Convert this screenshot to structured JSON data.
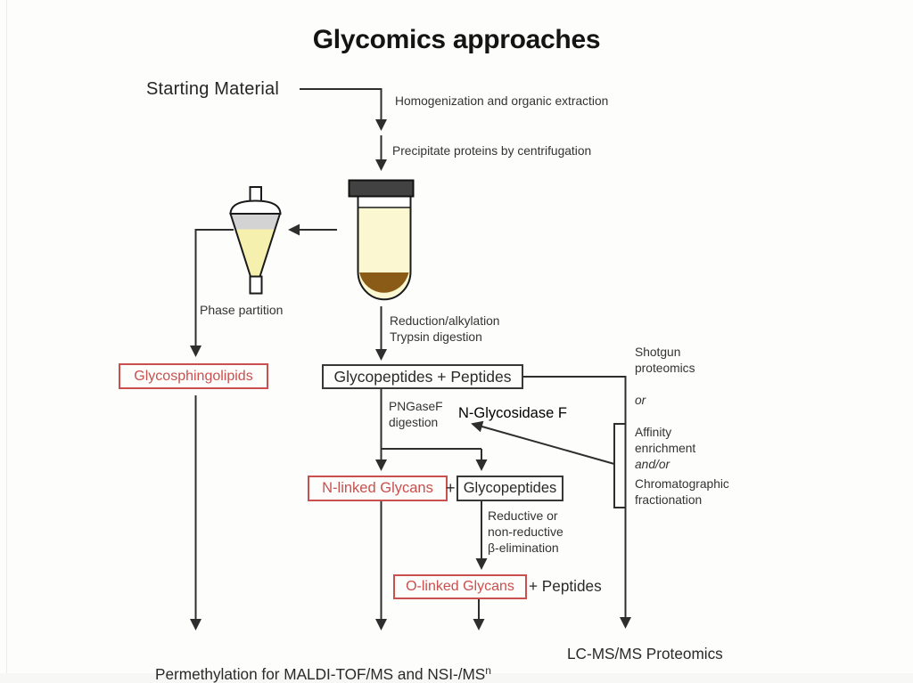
{
  "slide": {
    "title": "Glycomics approaches"
  },
  "colors": {
    "background": "#fdfdfc",
    "ink": "#333333",
    "line": "#2e2e2e",
    "red": "#c9504e",
    "box_border": "#383838",
    "tube_cap": "#424242",
    "tube_liquid": "#fbf7d0",
    "tube_sediment": "#8a5b16",
    "funnel_upper": "#d3d3d3",
    "funnel_liquid": "#f5f0ad"
  },
  "flow": {
    "starting_material": "Starting Material",
    "step_homogenization": "Homogenization and organic extraction",
    "step_precipitate": "Precipitate proteins by centrifugation",
    "phase_partition": "Phase partition",
    "box_glycosphingolipids": "Glycosphingolipids",
    "step_reduction": "Reduction/alkylation\nTrypsin digestion",
    "box_glycopeptides_peptides": "Glycopeptides + Peptides",
    "step_pngasef": "PNGaseF\ndigestion",
    "annotation_n_glycosidase": "N-Glycosidase F",
    "box_n_linked_glycans": "N-linked Glycans",
    "plus": "+",
    "box_glycopeptides": "Glycopeptides",
    "step_beta_elimination": "Reductive or\nnon-reductive\nβ-elimination",
    "box_o_linked_glycans": "O-linked Glycans",
    "plus_peptides": "+ Peptides",
    "right_column": {
      "shotgun": "Shotgun\nproteomics",
      "or": "or",
      "affinity": "Affinity\nenrichment",
      "and_or": "and/or",
      "chromatographic": "Chromatographic\nfractionation"
    },
    "output_permethylation": "Permethylation for MALDI-TOF/MS and NSI-/MS",
    "output_permethylation_sup": "n",
    "output_lcms": "LC-MS/MS Proteomics"
  }
}
